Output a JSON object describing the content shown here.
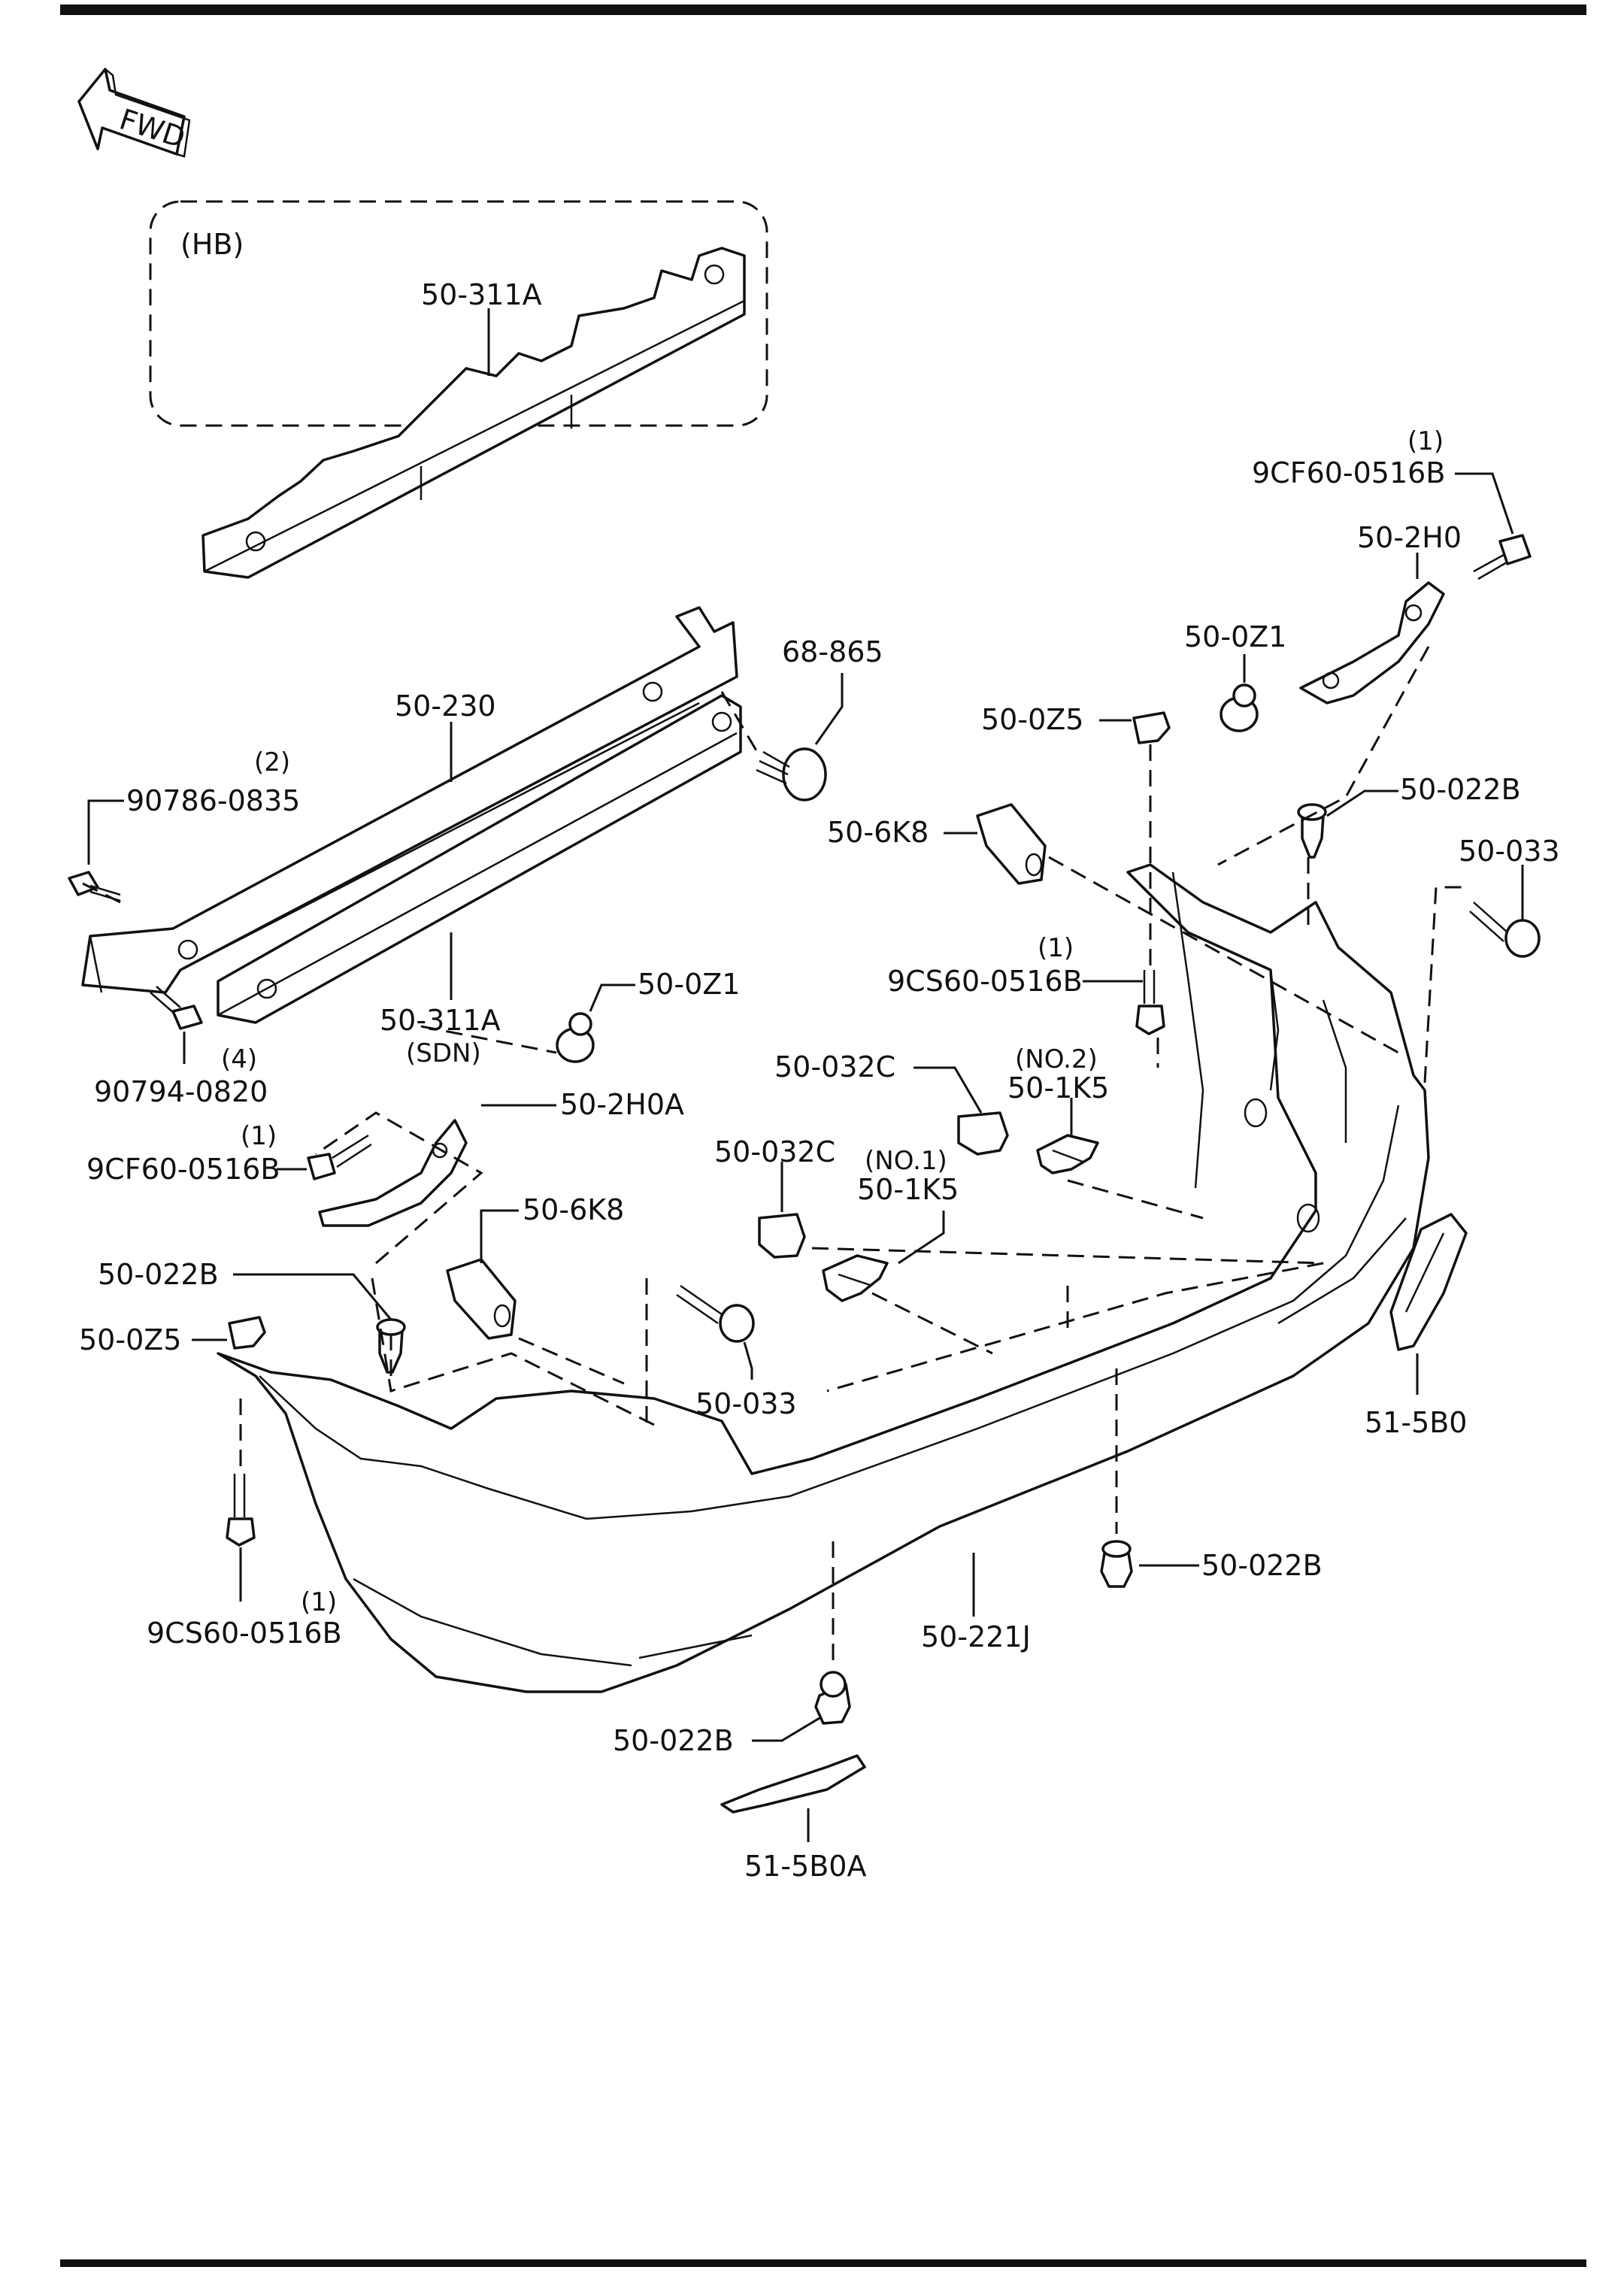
{
  "fwd_label": "FWD",
  "hb_label": "(HB)",
  "sdn_label": "(SDN)",
  "labels": {
    "p50_311A_hb": "50-311A",
    "p9CF60_tr": "9CF60-0516B",
    "q9CF60_tr": "(1)",
    "p50_2H0": "50-2H0",
    "p50_0Z1_tr": "50-0Z1",
    "p68_865": "68-865",
    "p50_230": "50-230",
    "p90786": "90786-0835",
    "q90786": "(2)",
    "p50_0Z5_top": "50-0Z5",
    "p50_022B_tr": "50-022B",
    "p50_6K8_top": "50-6K8",
    "p50_033_r": "50-033",
    "p9CS60_mid": "9CS60-0516B",
    "q9CS60_mid": "(1)",
    "p50_311A_sdn": "50-311A",
    "p50_0Z1_mid": "50-0Z1",
    "p90794": "90794-0820",
    "q90794": "(4)",
    "p50_2H0A": "50-2H0A",
    "p9CF60_l": "9CF60-0516B",
    "q9CF60_l": "(1)",
    "p50_032C_r": "50-032C",
    "p50_1K5_no2": "50-1K5",
    "q50_1K5_no2": "(NO.2)",
    "p50_032C_l": "50-032C",
    "p50_1K5_no1": "50-1K5",
    "q50_1K5_no1": "(NO.1)",
    "p50_6K8_mid": "50-6K8",
    "p50_022B_l": "50-022B",
    "p50_0Z5_l": "50-0Z5",
    "p50_033_mid": "50-033",
    "p51_5B0": "51-5B0",
    "p50_022B_r": "50-022B",
    "p50_221J": "50-221J",
    "p9CS60_bl": "9CS60-0516B",
    "q9CS60_bl": "(1)",
    "p50_022B_b": "50-022B",
    "p51_5B0A": "51-5B0A"
  }
}
